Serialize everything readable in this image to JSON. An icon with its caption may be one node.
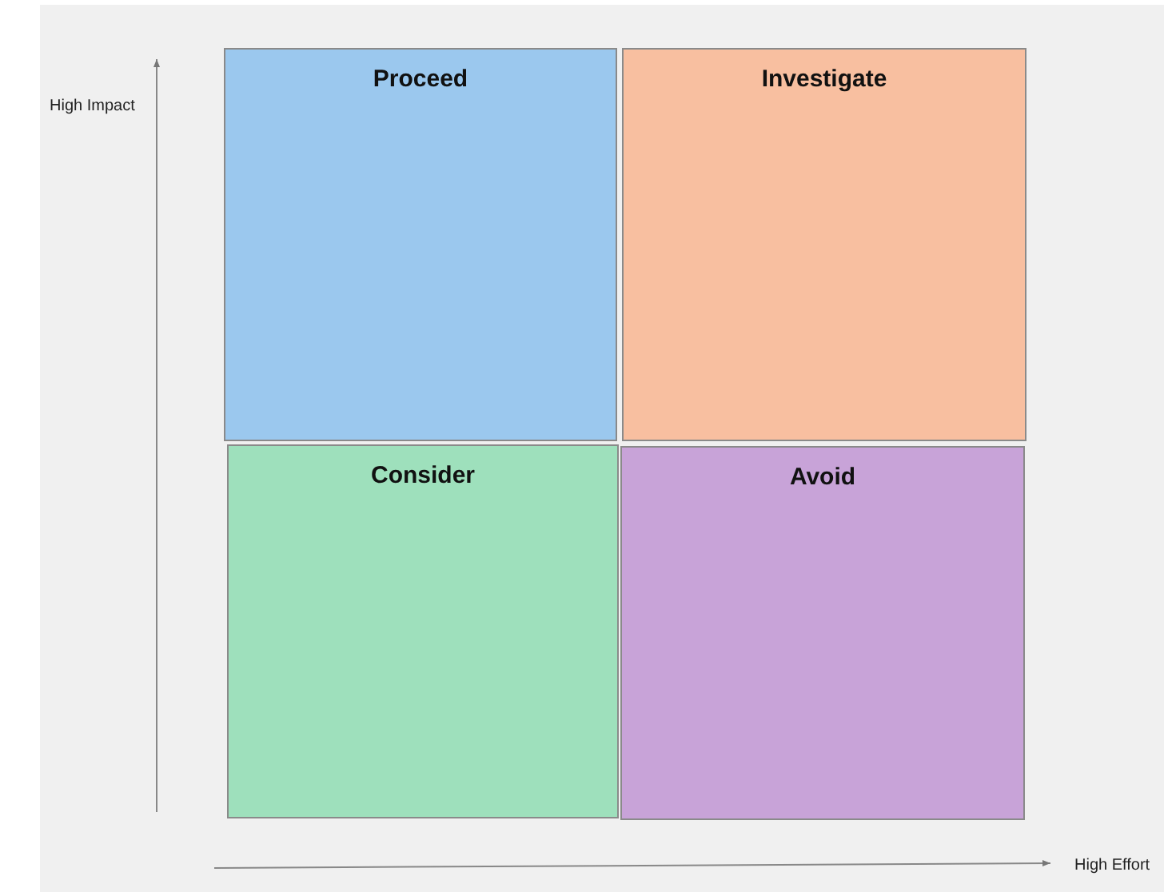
{
  "diagram": {
    "nodes": [
      {
        "text": [
          "Proceed"
        ]
      },
      {
        "text": [
          "Investigate"
        ]
      },
      {
        "text": [
          "Consider"
        ]
      },
      {
        "text": [
          "Avoid"
        ]
      }
    ],
    "labels": [
      "High Impact",
      "High Effort"
    ]
  }
}
